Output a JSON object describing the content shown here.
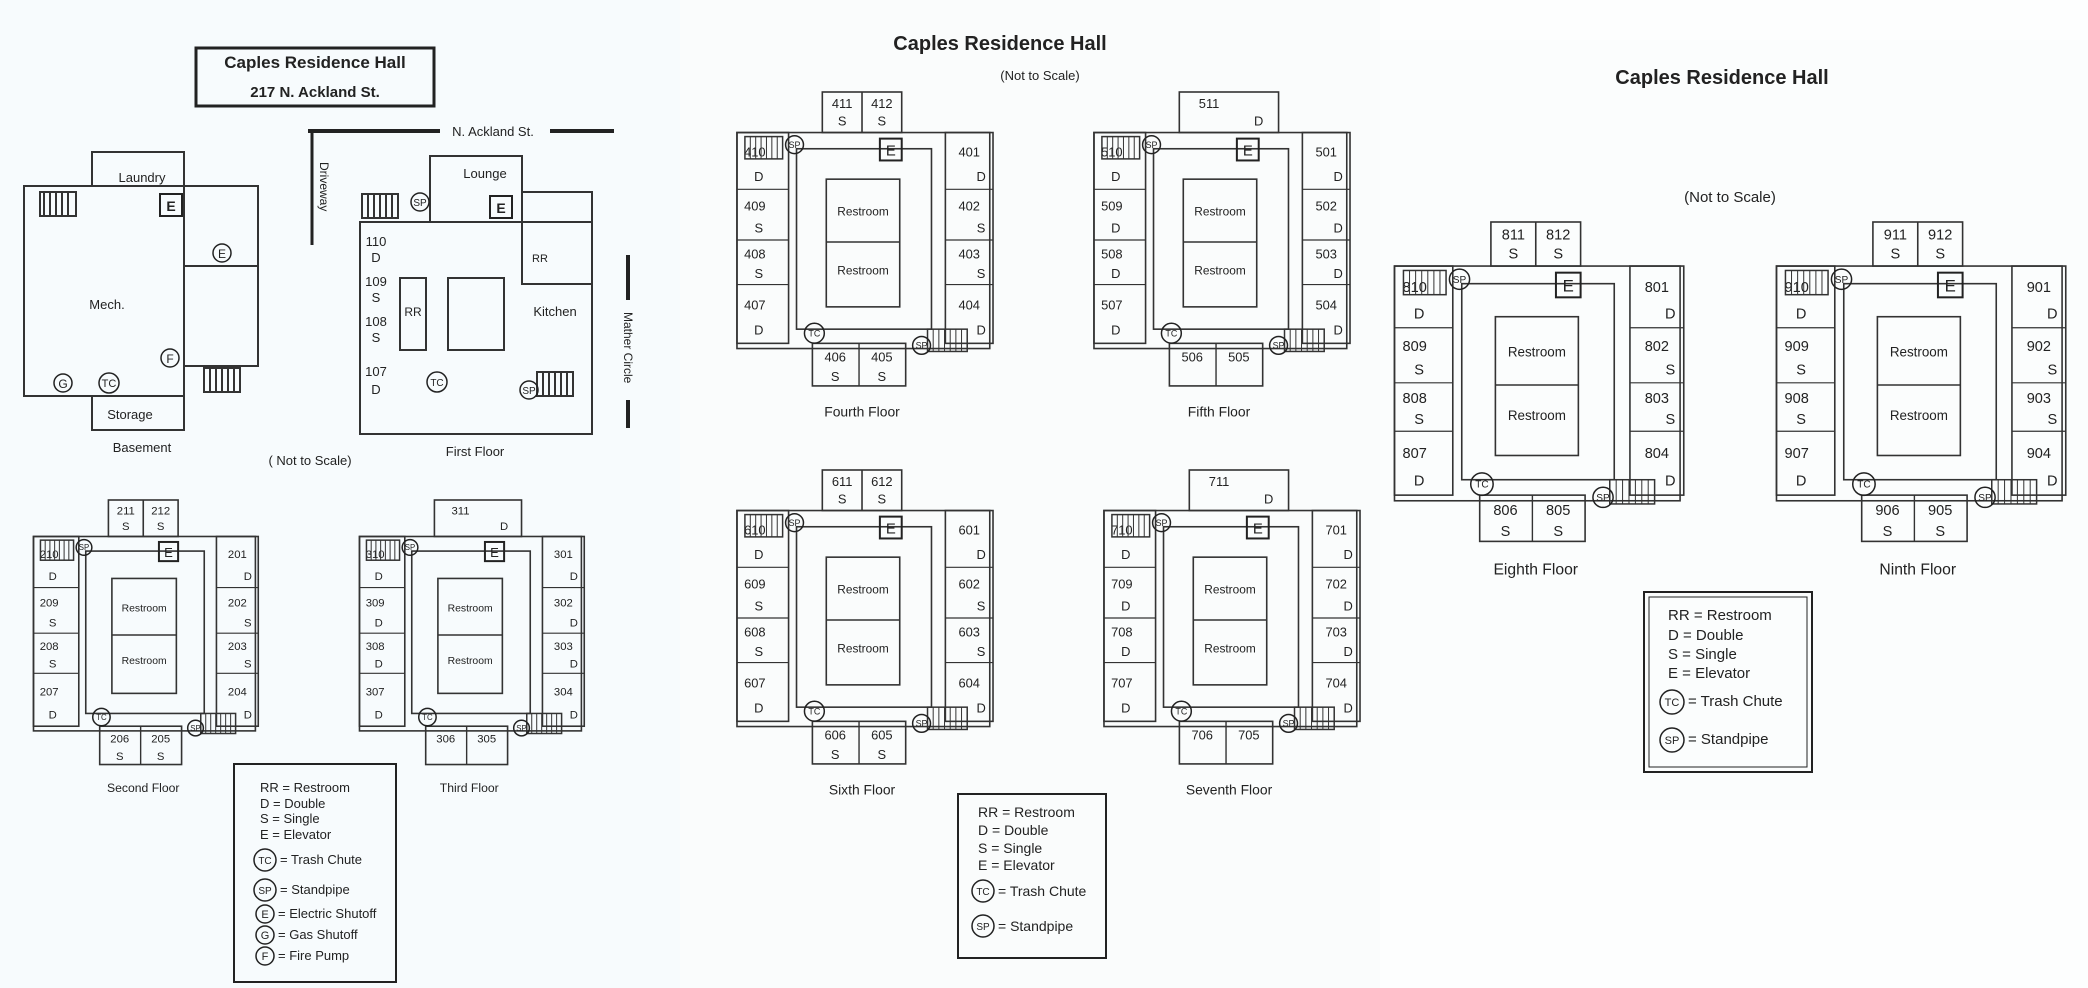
{
  "left": {
    "title_box": {
      "line1": "Caples Residence Hall",
      "line2": "217 N. Ackland St."
    },
    "street_label": "N. Ackland St.",
    "driveway_label": "Driveway",
    "circle_label": "Mather Circle",
    "not_to_scale": "( Not to Scale)",
    "basement": {
      "caption": "Basement",
      "rooms": {
        "laundry": "Laundry",
        "mech": "Mech.",
        "storage": "Storage"
      },
      "markers": {
        "elevator": "E",
        "electric": "E",
        "fire_pump": "F",
        "gas": "G",
        "trash": "TC"
      }
    },
    "first_floor": {
      "caption": "First Floor",
      "lounge": "Lounge",
      "kitchen": "Kitchen",
      "rr": "RR",
      "rr2": "RR",
      "rooms": [
        {
          "num": "110",
          "type": "D"
        },
        {
          "num": "109",
          "type": "S"
        },
        {
          "num": "108",
          "type": "S"
        },
        {
          "num": "107",
          "type": "D"
        }
      ],
      "markers": {
        "elevator": "E",
        "trash": "TC",
        "standpipe1": "SP",
        "standpipe2": "SP"
      }
    },
    "second_floor": {
      "caption": "Second Floor",
      "top": [
        {
          "num": "211",
          "type": "S"
        },
        {
          "num": "212",
          "type": "S"
        }
      ],
      "left": [
        {
          "num": "210",
          "type": "D"
        },
        {
          "num": "209",
          "type": "S"
        },
        {
          "num": "208",
          "type": "S"
        },
        {
          "num": "207",
          "type": "D"
        }
      ],
      "right": [
        {
          "num": "201",
          "type": "D"
        },
        {
          "num": "202",
          "type": "S"
        },
        {
          "num": "203",
          "type": "S"
        },
        {
          "num": "204",
          "type": "D"
        }
      ],
      "bottom": [
        {
          "num": "206",
          "type": "S"
        },
        {
          "num": "205",
          "type": "S"
        }
      ],
      "restroom": "Restroom"
    },
    "third_floor": {
      "caption": "Third Floor",
      "top": [
        {
          "num": "311",
          "type": "D"
        }
      ],
      "left": [
        {
          "num": "310",
          "type": "D"
        },
        {
          "num": "309",
          "type": "D"
        },
        {
          "num": "308",
          "type": "D"
        },
        {
          "num": "307",
          "type": "D"
        }
      ],
      "right": [
        {
          "num": "301",
          "type": "D"
        },
        {
          "num": "302",
          "type": "D"
        },
        {
          "num": "303",
          "type": "D"
        },
        {
          "num": "304",
          "type": "D"
        }
      ],
      "bottom": [
        {
          "num": "306",
          "type": ""
        },
        {
          "num": "305",
          "type": ""
        }
      ],
      "restroom": "Restroom"
    },
    "legend": {
      "rr": "RR = Restroom",
      "d": "D = Double",
      "s": "S = Single",
      "e": "E = Elevator",
      "tc": "= Trash Chute",
      "sp": "= Standpipe",
      "es": "= Electric Shutoff",
      "gs": "= Gas Shutoff",
      "fp": "= Fire Pump",
      "sym_tc": "TC",
      "sym_sp": "SP",
      "sym_e": "E",
      "sym_g": "G",
      "sym_f": "F"
    }
  },
  "middle": {
    "title": "Caples Residence Hall",
    "not_to_scale": "(Not to Scale)",
    "floors": [
      {
        "caption": "Fourth Floor",
        "top": [
          {
            "num": "411",
            "type": "S"
          },
          {
            "num": "412",
            "type": "S"
          }
        ],
        "left": [
          {
            "num": "410",
            "type": "D"
          },
          {
            "num": "409",
            "type": "S"
          },
          {
            "num": "408",
            "type": "S"
          },
          {
            "num": "407",
            "type": "D"
          }
        ],
        "right": [
          {
            "num": "401",
            "type": "D"
          },
          {
            "num": "402",
            "type": "S"
          },
          {
            "num": "403",
            "type": "S"
          },
          {
            "num": "404",
            "type": "D"
          }
        ],
        "bottom": [
          {
            "num": "406",
            "type": "S"
          },
          {
            "num": "405",
            "type": "S"
          }
        ]
      },
      {
        "caption": "Fifth Floor",
        "top": [
          {
            "num": "511",
            "type": "D"
          }
        ],
        "left": [
          {
            "num": "510",
            "type": "D"
          },
          {
            "num": "509",
            "type": "D"
          },
          {
            "num": "508",
            "type": "D"
          },
          {
            "num": "507",
            "type": "D"
          }
        ],
        "right": [
          {
            "num": "501",
            "type": "D"
          },
          {
            "num": "502",
            "type": "D"
          },
          {
            "num": "503",
            "type": "D"
          },
          {
            "num": "504",
            "type": "D"
          }
        ],
        "bottom": [
          {
            "num": "506",
            "type": ""
          },
          {
            "num": "505",
            "type": ""
          }
        ]
      },
      {
        "caption": "Sixth Floor",
        "top": [
          {
            "num": "611",
            "type": "S"
          },
          {
            "num": "612",
            "type": "S"
          }
        ],
        "left": [
          {
            "num": "610",
            "type": "D"
          },
          {
            "num": "609",
            "type": "S"
          },
          {
            "num": "608",
            "type": "S"
          },
          {
            "num": "607",
            "type": "D"
          }
        ],
        "right": [
          {
            "num": "601",
            "type": "D"
          },
          {
            "num": "602",
            "type": "S"
          },
          {
            "num": "603",
            "type": "S"
          },
          {
            "num": "604",
            "type": "D"
          }
        ],
        "bottom": [
          {
            "num": "606",
            "type": "S"
          },
          {
            "num": "605",
            "type": "S"
          }
        ]
      },
      {
        "caption": "Seventh Floor",
        "top": [
          {
            "num": "711",
            "type": "D"
          }
        ],
        "left": [
          {
            "num": "710",
            "type": "D"
          },
          {
            "num": "709",
            "type": "D"
          },
          {
            "num": "708",
            "type": "D"
          },
          {
            "num": "707",
            "type": "D"
          }
        ],
        "right": [
          {
            "num": "701",
            "type": "D"
          },
          {
            "num": "702",
            "type": "D"
          },
          {
            "num": "703",
            "type": "D"
          },
          {
            "num": "704",
            "type": "D"
          }
        ],
        "bottom": [
          {
            "num": "706",
            "type": ""
          },
          {
            "num": "705",
            "type": ""
          }
        ]
      }
    ],
    "restroom": "Restroom",
    "legend": {
      "rr": "RR = Restroom",
      "d": "D = Double",
      "s": "S = Single",
      "e": "E = Elevator",
      "tc": "= Trash Chute",
      "sp": "= Standpipe",
      "sym_tc": "TC",
      "sym_sp": "SP"
    }
  },
  "right": {
    "title": "Caples Residence Hall",
    "not_to_scale": "(Not to Scale)",
    "floors": [
      {
        "caption": "Eighth Floor",
        "top": [
          {
            "num": "811",
            "type": "S"
          },
          {
            "num": "812",
            "type": "S"
          }
        ],
        "left": [
          {
            "num": "810",
            "type": "D"
          },
          {
            "num": "809",
            "type": "S"
          },
          {
            "num": "808",
            "type": "S"
          },
          {
            "num": "807",
            "type": "D"
          }
        ],
        "right": [
          {
            "num": "801",
            "type": "D"
          },
          {
            "num": "802",
            "type": "S"
          },
          {
            "num": "803",
            "type": "S"
          },
          {
            "num": "804",
            "type": "D"
          }
        ],
        "bottom": [
          {
            "num": "806",
            "type": "S"
          },
          {
            "num": "805",
            "type": "S"
          }
        ]
      },
      {
        "caption": "Ninth Floor",
        "top": [
          {
            "num": "911",
            "type": "S"
          },
          {
            "num": "912",
            "type": "S"
          }
        ],
        "left": [
          {
            "num": "910",
            "type": "D"
          },
          {
            "num": "909",
            "type": "S"
          },
          {
            "num": "908",
            "type": "S"
          },
          {
            "num": "907",
            "type": "D"
          }
        ],
        "right": [
          {
            "num": "901",
            "type": "D"
          },
          {
            "num": "902",
            "type": "S"
          },
          {
            "num": "903",
            "type": "S"
          },
          {
            "num": "904",
            "type": "D"
          }
        ],
        "bottom": [
          {
            "num": "906",
            "type": "S"
          },
          {
            "num": "905",
            "type": "S"
          }
        ]
      }
    ],
    "restroom": "Restroom",
    "legend": {
      "rr": "RR = Restroom",
      "d": "D = Double",
      "s": "S = Single",
      "e": "E = Elevator",
      "tc": "= Trash Chute",
      "sp": "= Standpipe",
      "sym_tc": "TC",
      "sym_sp": "SP"
    }
  },
  "symbols": {
    "elevator": "E",
    "trash": "TC",
    "standpipe": "SP"
  }
}
